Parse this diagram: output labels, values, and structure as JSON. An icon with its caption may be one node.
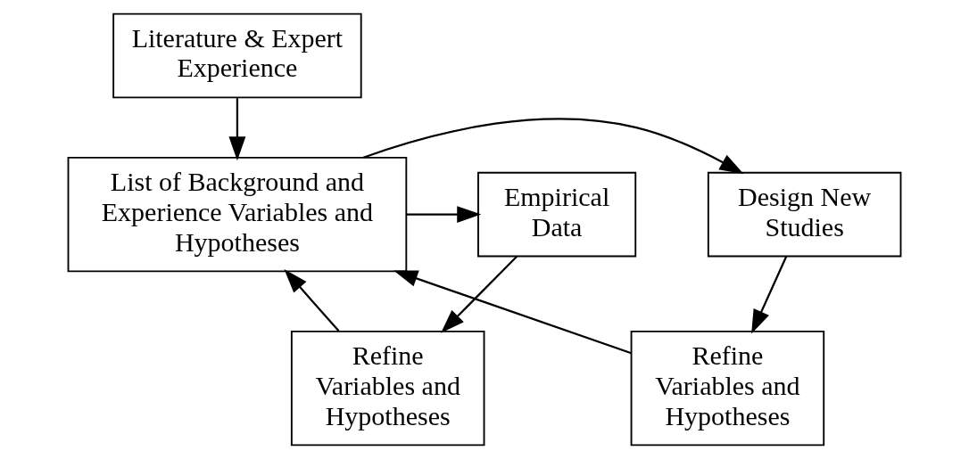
{
  "diagram": {
    "nodes": [
      {
        "text": [
          "Literature & Expert Experience"
        ]
      },
      {
        "text": [
          "Design New Studies"
        ]
      },
      {
        "text": [
          "List of Background and Experience Variables and Hypotheses"
        ]
      },
      {
        "text": [
          "Empirical Data"
        ]
      },
      {
        "text": [
          "Refine Variables and Hypotheses"
        ]
      },
      {
        "text": [
          "Refine Variables and Hypotheses"
        ]
      }
    ],
    "edges": [
      {
        "from": 0,
        "to": 2,
        "arrow": "to"
      },
      {
        "from": 2,
        "to": 1,
        "arrow": "to"
      },
      {
        "from": 2,
        "to": 3,
        "arrow": "to"
      },
      {
        "from": 1,
        "to": 4,
        "arrow": "to"
      },
      {
        "from": 3,
        "to": 5,
        "arrow": "to"
      },
      {
        "from": 4,
        "to": 2,
        "arrow": "to"
      },
      {
        "from": 5,
        "to": 2,
        "arrow": "to"
      }
    ]
  }
}
